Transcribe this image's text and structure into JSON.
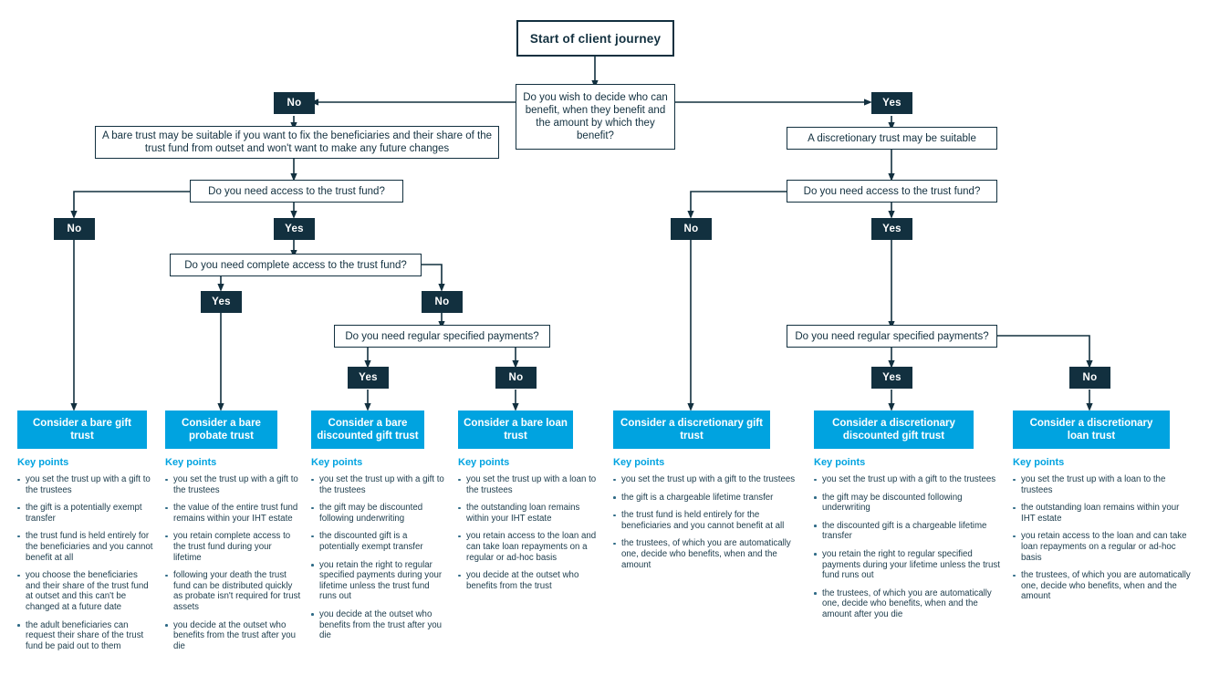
{
  "theme": {
    "navy": "#12303f",
    "cyan": "#00a3e0",
    "white": "#ffffff",
    "bullet": "#2e6a86"
  },
  "flow": {
    "start": "Start of client journey",
    "root_question": "Do you wish to decide who can benefit, when they benefit and the amount by which they benefit?",
    "labels": {
      "yes": "Yes",
      "no": "No"
    },
    "left": {
      "branch_label": "No",
      "statement": "A bare trust may be suitable if you want to fix the beneficiaries and their share of the trust fund from outset and won't want to make any future changes",
      "q_access": "Do you need access to the trust fund?",
      "q_access_no": "No",
      "q_access_yes": "Yes",
      "q_complete": "Do you need complete access to the trust fund?",
      "q_complete_yes": "Yes",
      "q_complete_no": "No",
      "q_regular": "Do you need regular specified payments?",
      "q_regular_yes": "Yes",
      "q_regular_no": "No"
    },
    "right": {
      "branch_label": "Yes",
      "statement": "A discretionary trust may be suitable",
      "q_access": "Do you need access to the trust fund?",
      "q_access_no": "No",
      "q_access_yes": "Yes",
      "q_regular": "Do you need regular specified payments?",
      "q_regular_yes": "Yes",
      "q_regular_no": "No"
    }
  },
  "key_points_heading": "Key points",
  "outcomes": [
    {
      "id": "bare-gift-trust",
      "title": "Consider a bare gift trust",
      "points": [
        "you set the trust up with a gift to the trustees",
        "the gift is a potentially exempt transfer",
        "the trust fund is held entirely for the beneficiaries and you cannot benefit at all",
        "you choose the beneficiaries and their share of the trust fund at outset and this can't be changed at a future date",
        "the adult beneficiaries can request their share of the trust fund be paid out to them"
      ]
    },
    {
      "id": "bare-probate-trust",
      "title": "Consider a bare probate trust",
      "points": [
        "you set the trust up with a gift to the trustees",
        "the value of the entire trust fund remains within your IHT estate",
        "you retain complete access to the trust fund during your lifetime",
        "following your death the trust fund can be distributed quickly as probate isn't required for trust assets",
        "you decide at the outset who benefits from the trust after you die"
      ]
    },
    {
      "id": "bare-discounted-gift-trust",
      "title": "Consider a bare discounted gift trust",
      "points": [
        "you set the trust up with a gift to the trustees",
        "the gift may be discounted following underwriting",
        "the discounted gift is a potentially exempt transfer",
        "you retain the right to regular specified payments during your lifetime unless the trust fund runs out",
        "you decide at the outset who benefits from the trust after you die"
      ]
    },
    {
      "id": "bare-loan-trust",
      "title": "Consider a bare loan trust",
      "points": [
        "you set the trust up with a loan to the trustees",
        "the outstanding loan remains within your IHT estate",
        "you retain access to the loan and can take loan repayments on a regular or ad-hoc basis",
        "you decide at the outset who benefits from the trust"
      ]
    },
    {
      "id": "discretionary-gift-trust",
      "title": "Consider a discretionary gift trust",
      "points": [
        "you set the trust up with a gift to the trustees",
        "the gift is a chargeable lifetime transfer",
        "the trust fund is held entirely for the beneficiaries and you cannot benefit at all",
        "the trustees, of which you are automatically one, decide who benefits, when and the amount"
      ]
    },
    {
      "id": "discretionary-discounted-gift-trust",
      "title": "Consider a discretionary discounted gift trust",
      "points": [
        "you set the trust up with a gift to the trustees",
        "the gift may be discounted following underwriting",
        "the discounted gift is a chargeable lifetime transfer",
        "you retain the right to regular specified payments during your lifetime unless the trust fund runs out",
        "the trustees, of which you are automatically one, decide who benefits, when and the amount after you die"
      ]
    },
    {
      "id": "discretionary-loan-trust",
      "title": "Consider a discretionary loan trust",
      "points": [
        "you set the trust up with a loan to the trustees",
        "the outstanding loan remains within your IHT estate",
        "you retain access to the loan and can take loan repayments on a regular or ad-hoc basis",
        "the trustees, of which you are automatically one, decide who benefits, when and the amount"
      ]
    }
  ]
}
